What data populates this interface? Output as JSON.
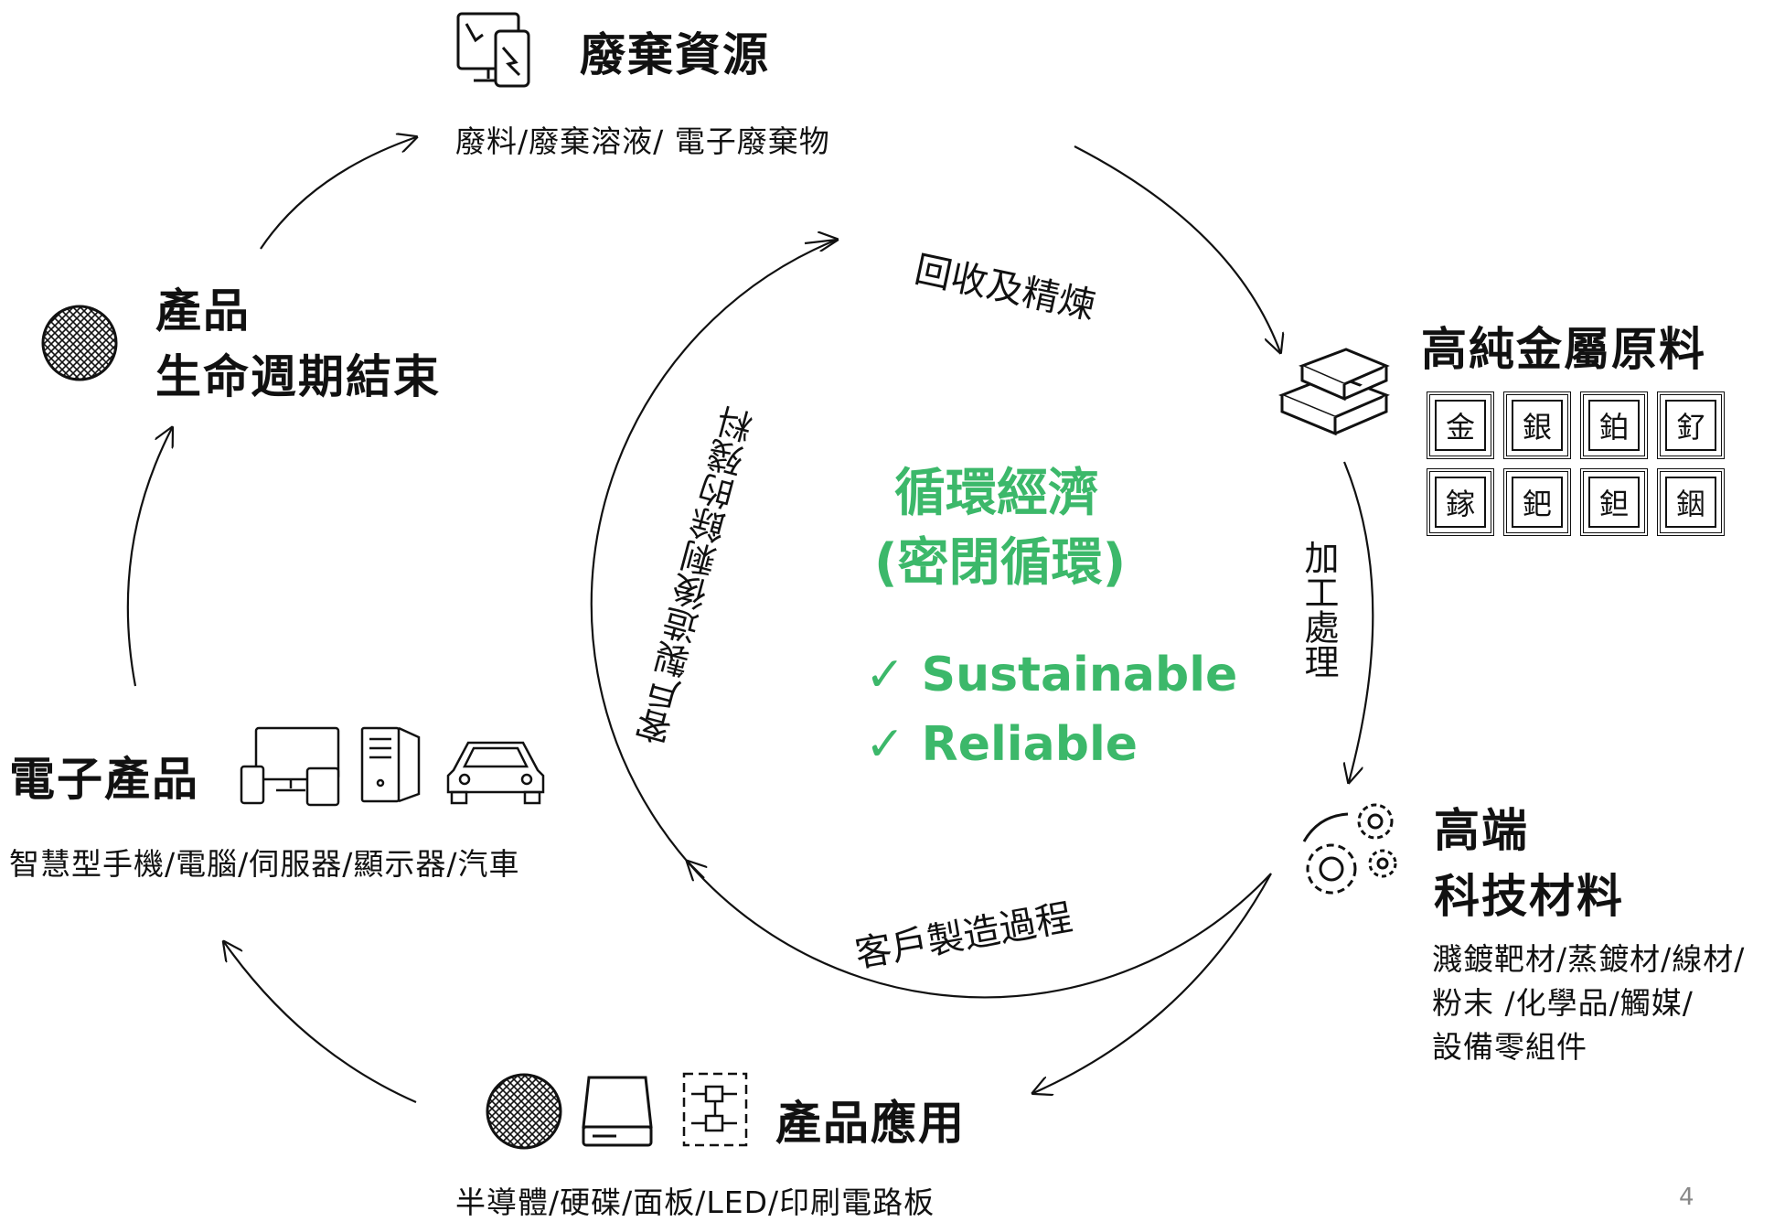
{
  "nodes": {
    "waste": {
      "title": "廢棄資源",
      "subtitle": "廢料/廢棄溶液/ 電子廢棄物",
      "icon": "broken-devices-icon"
    },
    "metal": {
      "title": "高純金屬原料",
      "icon": "gold-bars-icon",
      "elements": [
        "金",
        "銀",
        "鉑",
        "釕",
        "鎵",
        "鈀",
        "鉭",
        "銦"
      ]
    },
    "hightech": {
      "title_line1": "高端",
      "title_line2": "科技材料",
      "icon": "gears-icon",
      "subtitle_line1": "濺鍍靶材/蒸鍍材/線材/",
      "subtitle_line2": "粉末 /化學品/觸媒/",
      "subtitle_line3": "設備零組件"
    },
    "application": {
      "title": "產品應用",
      "subtitle": "半導體/硬碟/面板/LED/印刷電路板",
      "icons": [
        "wafer-icon",
        "hard-drive-icon",
        "circuit-board-icon"
      ]
    },
    "electronics": {
      "title": "電子產品",
      "subtitle": "智慧型手機/電腦/伺服器/顯示器/汽車",
      "icons": [
        "devices-icon",
        "server-tower-icon",
        "car-icon"
      ]
    },
    "eol": {
      "title_line1": "產品",
      "title_line2": "生命週期結束",
      "icon": "wafer-icon"
    }
  },
  "inner_labels": {
    "recycle": "回收及精煉",
    "processing": "加工處理",
    "manufacturing": "客戶製造過程",
    "scrap": "客戶製造後剩餘的殘料"
  },
  "center": {
    "line1": "循環經濟",
    "line2": "(密閉循環)",
    "check1": "✓ Sustainable",
    "check2": "✓ Reliable"
  },
  "accent_color": "#3cb86a",
  "page_number": "4"
}
